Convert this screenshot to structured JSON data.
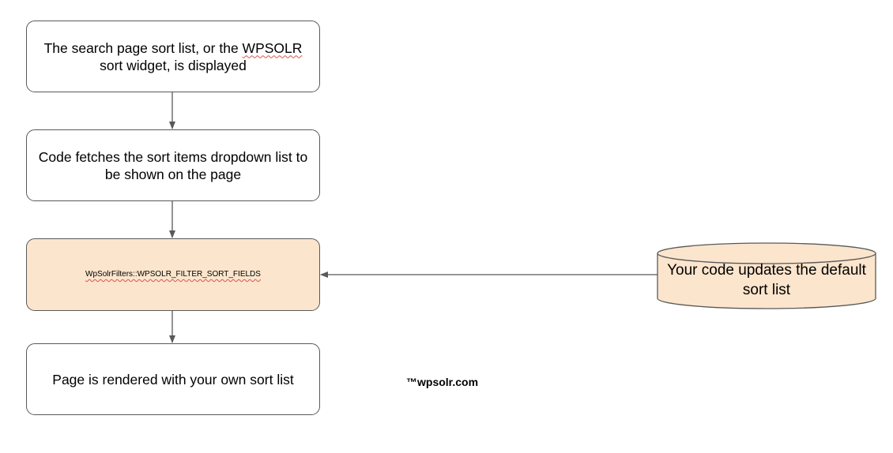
{
  "steps": [
    {
      "text_before": "The search page sort list, or the ",
      "text_marked": "WPSOLR",
      "text_after": " sort widget, is displayed"
    },
    {
      "text": "Code fetches the sort items dropdown list to be shown on the page"
    },
    {
      "text_marked": "WpSolrFilters::WPSOLR_FILTER_SORT_FIELDS"
    },
    {
      "text": "Page is rendered with your own sort list"
    }
  ],
  "datastore": {
    "text": "Your code updates the default sort list"
  },
  "watermark": "™wpsolr.com",
  "colors": {
    "highlight_fill": "#fce5cd",
    "stroke": "#595959",
    "spellcheck_underline": "#d9534f"
  }
}
